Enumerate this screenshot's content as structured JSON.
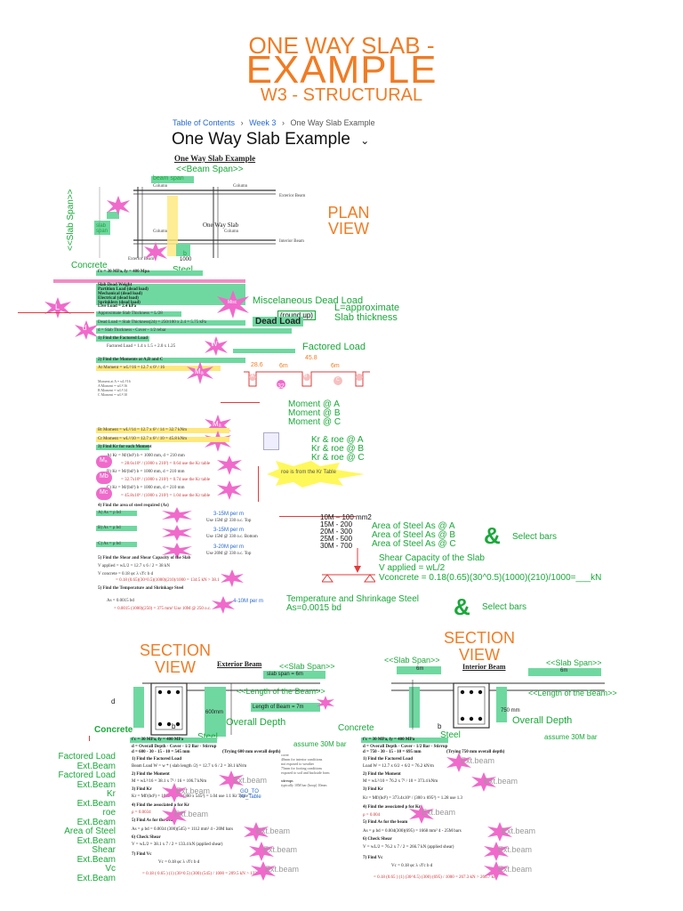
{
  "header": {
    "line1": "ONE WAY SLAB -",
    "line2": "EXAMPLE",
    "line3": "W3 - STRUCTURAL"
  },
  "breadcrumb": {
    "item1": "Table of Contents",
    "sep": "›",
    "item2": "Week 3",
    "item3": "One Way Slab Example"
  },
  "page_heading": "One Way Slab Example",
  "doc": {
    "title": "One Way Slab Example",
    "beam_span_top": "<<Beam Span>>",
    "slab_span_side": "<<Slab Span>>",
    "beam_span_box": "beam span",
    "column": "Column",
    "exterior_beam": "Exterior Beam",
    "one_way_slab": "One Way Slab",
    "interior_beam": "Interior Beam",
    "slab_span_box": "slab span",
    "b_box": "b",
    "b_value": "1000"
  },
  "annotations": {
    "plan_view": "PLAN VIEW",
    "concrete": "Concrete",
    "steel": "Steel",
    "misc_dead_load": "Miscelaneous Dead Load",
    "l_approx": "L=approximate",
    "slab_thickness": "Slab thickness",
    "round_up": "(round up)",
    "dead_load": "Dead Load",
    "factored_load": "Factored Load",
    "moment_a": "Moment @ A",
    "moment_b": "Moment @ B",
    "moment_c": "Moment @ C",
    "kr_a": "Kr & roe @ A",
    "kr_b": "Kr & roe @ B",
    "kr_c": "Kr & roe @ C",
    "roe_table": "roe is from the Kr Table",
    "as_a": "Area of Steel As @ A",
    "as_b": "Area of Steel As @ B",
    "as_c": "Area of Steel As @ C",
    "amp": "&",
    "select_bars": "Select bars",
    "shear1": "Shear Capacity of the Slab",
    "shear2": "V applied = wL/2",
    "shear3": "Vconcrete = 0.18(0.65)(30^0.5)(1000)(210)/1000=___kN",
    "temp1": "Temperature and Shrinkage Steel",
    "temp2": "As=0.0015 bd",
    "select_bars2": "Select bars"
  },
  "bar_table": {
    "r1": "10M – 100 mm2",
    "r2": "15M - 200",
    "r3": "20M - 300",
    "r4": "25M - 500",
    "r5": "30M - 700"
  },
  "moment_diagram": {
    "v1": "28.6",
    "v2": "45.8",
    "v3": "32.7",
    "span1": "6m",
    "span2": "6m",
    "a": "A",
    "b": "B",
    "c": "C"
  },
  "calc_lines": {
    "fc": "f'c = 30 MPa, fy = 400 Mpa",
    "slab_dead": "Slab Dead Weight",
    "partition": "Partition Load (dead load)",
    "mechanical": "Mechanical (dead load)",
    "electrical": "Electrical (dead load)",
    "sprinklers": "Sprinklers (dead load)",
    "live_load": "Live Load = 2.4 kPa",
    "approx_thk": "Approximate Slab Thickness = L/28",
    "dead_load_line": "Dead Load = Slab Thickness(24) = 250/100 x 2.4 = 5.75 kPa",
    "find_d": "d = Slab Thickness - Cover - 1/2 rebar",
    "step1": "1) Find the Factored Load",
    "factored_line": "Factored Load = 1.4 x 1.5 + 2.0 x 1.25",
    "step2": "2) Find the Moments at A,B and C",
    "at_moment": "At Moment = wL²/16 = 12.7 x 6² / 16",
    "bt_moment": "Bt Moment = wL²/14 = 12.7 x 6² / 14 = 32.7 kNm",
    "ct_moment": "Ct Moment = wL²/10 = 12.7 x 6² / 10 = 45.8 kNm",
    "step3": "3) Find Kr for each Moment",
    "kr_a1": "A) Kr = M/(bd²)      b = 1000 mm, d = 210 mm",
    "kr_a2": "= 28.6x10⁶ / (1000 x 210²) = 0.64 use the Kr table",
    "kr_b1": "B) Kr = M/(bd²)      b = 1000 mm, d = 210 mm",
    "kr_b2": "= 32.7x10⁶ / (1000 x 210²) = 0.74 use the Kr table",
    "kr_c1": "C) Kr = M/(bd²)      b = 1000 mm, d = 210 mm",
    "kr_c2": "= 45.8x10⁶ / (1000 x 210²) = 1.04 use the Kr table",
    "step4": "4) Find the area of steel required (As)",
    "as_a_line": "A) As = ρ bd",
    "as_b_line": "B) As = ρ bd",
    "as_c_line": "C) As = ρ bd",
    "use_a": "Use 15M @ 330 o.c. Top",
    "use_b": "Use 15M @ 330 o.c. Bottom",
    "use_c": "Use 20M @ 330 o.c. Top",
    "bar_a": "3-15M per m",
    "bar_b": "3-15M per m",
    "bar_c": "3-20M per m",
    "step5": "5) Find the Shear and Shear Capacity of the Slab",
    "v_applied": "V applied = wL/2 = 12.7 x 6 / 2 = 38 kN",
    "v_concrete": "V concrete = 0.18 φc λ √f'c  b d",
    "v_conc_val": "= 0.18 (0.65)(30^0.5)(1000)(210)/1000 = 134.5 kN > 38.1",
    "step6": "5) Find the Temperature and Shrinkage Steel",
    "as_temp": "As = 0.0015 bd",
    "as_temp_val": "= 0.0015 (1000)(250) = 375 mm²  Use 10M @ 250 o.c.",
    "bar_temp": "4-10M per m"
  },
  "section_left": {
    "title": "SECTION VIEW",
    "exterior_beam": "Exterior Beam",
    "slab_span": "<<Slab Span>>",
    "slab_span_box": "slab span = 6m",
    "length_beam": "<<Length of the Beam>>",
    "length_box": "Length of Beam = 7m",
    "d": "d",
    "depth_600": "600mm",
    "overall_depth": "Overall Depth",
    "concrete": "Concrete",
    "b": "b",
    "steel": "Steel",
    "assume": "assume 30M bar",
    "fc": "f'c = 30 MPa, fy = 400 MPa",
    "d_line": "d = Overall Depth - Cover - 1/2 Bar - Stirrup",
    "d_val": "d = 600 - 30 - 15 - 10 = 545 mm",
    "trying": "(Trying 600 mm overall depth)",
    "s1": "1) Find the Factored Load",
    "s1v": "Beam Load W = w * ( slab length /2) = 12.7 x 6 / 2 = 38.1 kN/m",
    "s2": "2) Find the Moment",
    "s2v": "M = wL²/16 = 38.1 x 7² / 16 = 106.7 kNm",
    "s3": "3) Find Kr",
    "s3v": "Kr = Mf/(bd²) = 106.7x10⁶ / (300 x 545²) = 1.04 use 1.1 Kr Table",
    "s4": "4) Find the associated ρ for Kr",
    "s4v": "ρ = 0.0034",
    "s5": "5) Find As for the beam",
    "s5v": "As = ρ bd = 0.0034 (300)(545) = 1112 mm²  4 - 20M bars",
    "s6": "6) Check Shear",
    "s6v": "V = wL/2 = 38.1 x 7 / 2 = 133.4 kN (applied shear)",
    "s7": "7) Find Vc",
    "s7a": "Vc = 0.18 φc λ √f'c  b d",
    "s7v": "= 0.18 ( 0.65 ) (1) (30^0.5) (300) (545) / 1000 = 209.5 kN > 133.4 kN",
    "cover_note1": "cover",
    "cover_note2": "40mm for interior conditions",
    "cover_note3": "not exposed to weather",
    "cover_note4": "75mm for footing conditions",
    "cover_note5": "exposed to soil and backside form",
    "stirrups": "stirrups",
    "stirrups_note": "typically 10M bar (hoop) 10mm",
    "go_to": "GO_TO",
    "kr_table": "Kr_Table",
    "stamp": "Ext.beam"
  },
  "section_right": {
    "title": "SECTION VIEW",
    "slab_span_l": "<<Slab Span>>",
    "slab_span_r": "<<Slab Span>>",
    "interior_beam": "Interior Beam",
    "box_6m_l": "6m",
    "box_6m_r": "6m",
    "length_beam": "<<Length of the Beam>>",
    "depth_750": "750 mm",
    "overall_depth": "Overall Depth",
    "concrete": "Concrete",
    "b": "b",
    "steel": "Steel",
    "assume": "assume 30M bar",
    "fc": "f'c = 30 MPa, fy = 400 MPa",
    "d_line": "d = Overall Depth - Cover - 1/2 Bar - Stirrup",
    "d_val": "d = 750 - 30 - 15 - 10 = 695 mm",
    "trying": "(Trying 750 mm overall depth)",
    "s1": "1) Find the Factored Load",
    "s1v": "Load W = 12.7 x 6/2 + 6/2 = 76.2 kN/m",
    "s2": "2) Find the Moment",
    "s2v": "M = wL²/10 = 76.2 x 7² / 10 = 373.4 kNm",
    "s3": "3) Find Kr",
    "s3v": "Kr = Mf/(bd²) = 373.4x10⁶ / (300 x 695²) = 1.28 use 1.3",
    "s4": "4) Find the associated ρ for Kr",
    "s4v": "ρ = 0.004",
    "s5": "5) Find As for the beam",
    "s5v": "As = ρ bd = 0.004(300)(695) = 1668 mm²  4 - 25M bars",
    "s6": "6) Check Shear",
    "s6v": "V = wL/2 = 76.2 x 7 / 2 = 266.7 kN (applied shear)",
    "s7": "7) Find Vc",
    "s7a": "Vc = 0.18 φc λ √f'c  b d",
    "s7v": "= 0.18 (0.65 ) (1) (30^0.5) (300) (695) / 1000 = 267.3 kN > 266.7 kN",
    "stamp": "Ext.beam"
  },
  "side_labels": {
    "l1a": "Factored Load",
    "l1b": "Ext.Beam",
    "l2a": "Factored Load",
    "l2b": "Ext.Beam",
    "l3a": "Kr",
    "l3b": "Ext.Beam",
    "l4a": "roe",
    "l4b": "Ext.Beam",
    "l5a": "Area of Steel",
    "l5b": "Ext.Beam",
    "l6a": "Shear",
    "l6b": "Ext.Beam",
    "l7a": "Vc",
    "l7b": "Ext.Beam"
  },
  "star_labels": {
    "l": "L",
    "d": "d",
    "w": "W",
    "ma": "Mₐ",
    "mb": "Mb",
    "mc": "Mc",
    "misc": "Misc"
  },
  "colors": {
    "orange": "#f07c24",
    "green": "#1aa83a",
    "pink_star": "#f06acb",
    "pink_bar": "#f28cc4",
    "green_bar": "#6fd8a0",
    "yellow_bar": "#ffe87a"
  }
}
